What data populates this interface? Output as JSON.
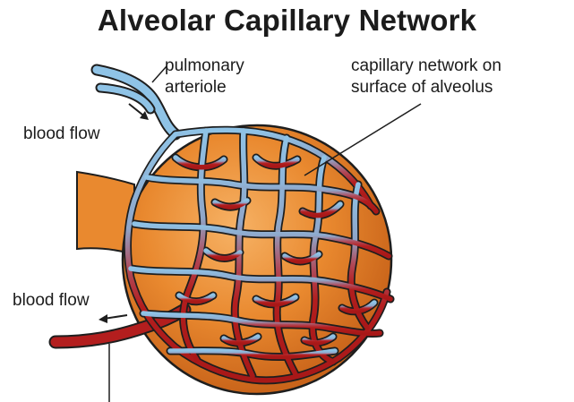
{
  "diagram": {
    "title": "Alveolar Capillary Network",
    "labels": {
      "pulmonary_arteriole_line1": "pulmonary",
      "pulmonary_arteriole_line2": "arteriole",
      "capillary_network_line1": "capillary network on",
      "capillary_network_line2": "surface of alveolus",
      "blood_flow_top": "blood flow",
      "blood_flow_bottom": "blood flow"
    },
    "colors": {
      "alveolus_orange": "#e9892f",
      "deoxygenated_blue": "#8fc3e6",
      "oxygenated_red": "#b31e1e",
      "outline": "#1e1e1e"
    }
  }
}
